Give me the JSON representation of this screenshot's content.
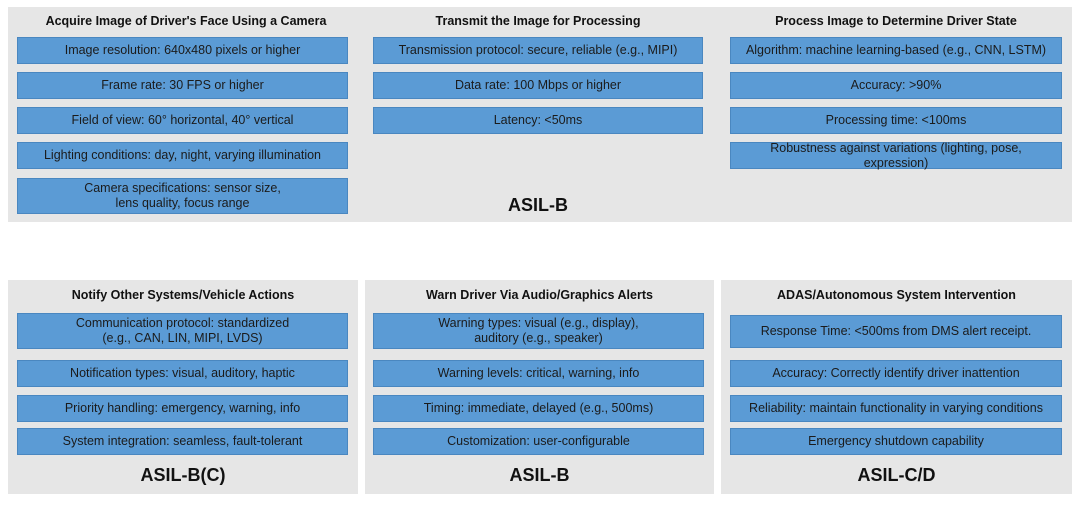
{
  "top": {
    "p1": {
      "title": "Acquire Image of Driver's Face Using a Camera",
      "items": [
        "Image resolution: 640x480 pixels or higher",
        "Frame rate: 30 FPS or higher",
        "Field of view: 60° horizontal, 40° vertical",
        "Lighting conditions: day, night, varying illumination",
        "Camera specifications: sensor size,\nlens quality, focus range"
      ]
    },
    "p2": {
      "title": "Transmit the Image for Processing",
      "items": [
        "Transmission protocol: secure, reliable (e.g., MIPI)",
        "Data rate: 100 Mbps or higher",
        "Latency: <50ms"
      ],
      "asil": "ASIL-B"
    },
    "p3": {
      "title": "Process Image to Determine Driver State",
      "items": [
        "Algorithm: machine learning-based (e.g., CNN, LSTM)",
        "Accuracy: >90%",
        "Processing time: <100ms",
        "Robustness against variations (lighting, pose, expression)"
      ]
    }
  },
  "bottom": {
    "p1": {
      "title": "Notify Other Systems/Vehicle Actions",
      "items": [
        "Communication protocol: standardized\n(e.g., CAN, LIN, MIPI, LVDS)",
        "Notification types: visual, auditory, haptic",
        "Priority handling: emergency, warning, info",
        "System integration: seamless, fault-tolerant"
      ],
      "asil": "ASIL-B(C)"
    },
    "p2": {
      "title": "Warn Driver Via Audio/Graphics Alerts",
      "items": [
        "Warning types: visual (e.g., display),\nauditory (e.g., speaker)",
        "Warning levels: critical, warning, info",
        "Timing: immediate, delayed (e.g., 500ms)",
        "Customization: user-configurable"
      ],
      "asil": "ASIL-B"
    },
    "p3": {
      "title": "ADAS/Autonomous System Intervention",
      "items": [
        "Response Time: <500ms from DMS alert receipt.",
        "Accuracy: Correctly identify driver inattention",
        "Reliability: maintain functionality in varying conditions",
        "Emergency shutdown capability"
      ],
      "asil": "ASIL-C/D"
    }
  }
}
